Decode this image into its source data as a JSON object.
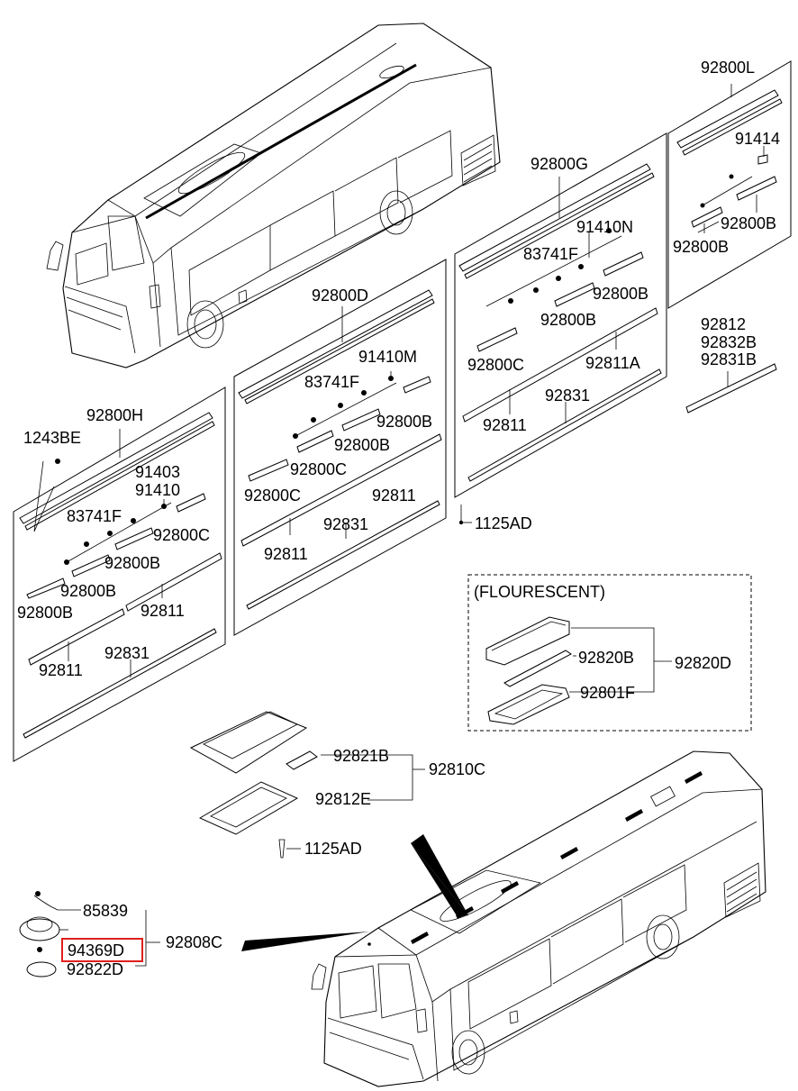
{
  "diagram": {
    "group_label": "(FLOURESCENT)",
    "highlighted_part": "94369D",
    "parts": {
      "p92800L": "92800L",
      "p91414": "91414",
      "p92800B_r1": "92800B",
      "p92800B_r2": "92800B",
      "p92812": "92812",
      "p92832B": "92832B",
      "p92831B": "92831B",
      "p92800G": "92800G",
      "p91410N": "91410N",
      "p83741F_g": "83741F",
      "p92800B_g1": "92800B",
      "p92800B_g2": "92800B",
      "p92800C_g": "92800C",
      "p92811A": "92811A",
      "p92831_g": "92831",
      "p92811_g": "92811",
      "p1125AD_top": "1125AD",
      "p92800D": "92800D",
      "p91410M": "91410M",
      "p83741F_d": "83741F",
      "p92800B_d1": "92800B",
      "p92800B_d2": "92800B",
      "p92800C_d1": "92800C",
      "p92800C_d2": "92800C",
      "p92811_d1": "92811",
      "p92831_d": "92831",
      "p92811_d2": "92811",
      "p92800H": "92800H",
      "p1243BE": "1243BE",
      "p91403": "91403",
      "p91410": "91410",
      "p83741F_h": "83741F",
      "p92800C_h": "92800C",
      "p92800B_h1": "92800B",
      "p92800B_h2": "92800B",
      "p92800B_h3": "92800B",
      "p92811_h1": "92811",
      "p92811_h2": "92811",
      "p92831_h": "92831",
      "p92820B": "92820B",
      "p92820D": "92820D",
      "p92801F": "92801F",
      "p92821B": "92821B",
      "p92810C": "92810C",
      "p92812E": "92812E",
      "p1125AD_mid": "1125AD",
      "p85839": "85839",
      "p92808C": "92808C",
      "p94369D": "94369D",
      "p92822D": "92822D"
    },
    "colors": {
      "line": "#000000",
      "highlight_box": "#e0201c",
      "background": "#ffffff"
    }
  }
}
